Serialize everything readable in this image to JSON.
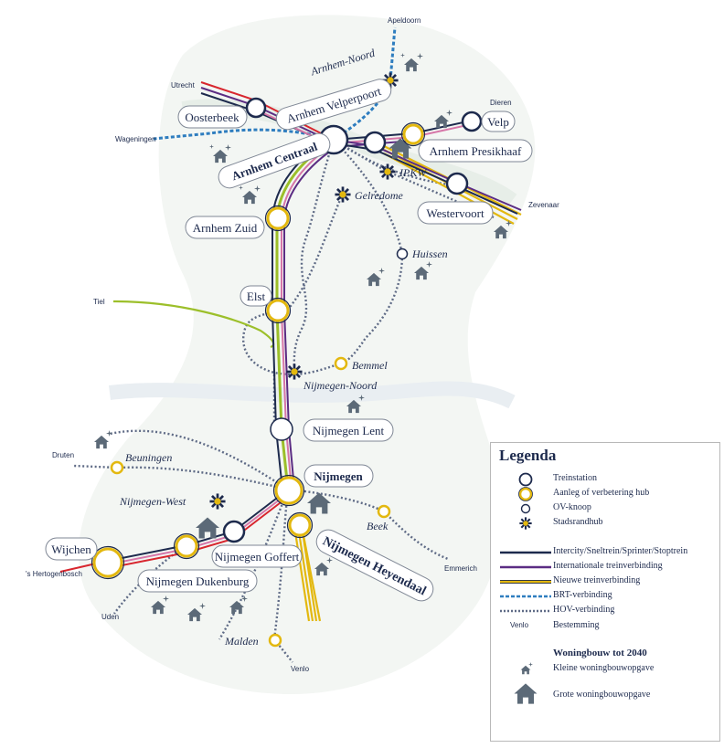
{
  "stations": {
    "oosterbeek": "Oosterbeek",
    "arnhem_velperpoort": "Arnhem Velperpoort",
    "arnhem_noord": "Arnhem-Noord",
    "arnhem_centraal": "Arnhem Centraal",
    "arnhem_presikhaaf": "Arnhem Presikhaaf",
    "velp": "Velp",
    "ipkw": "IPKW",
    "gelredome": "Gelredome",
    "westervoort": "Westervoort",
    "arnhem_zuid": "Arnhem Zuid",
    "huissen": "Huissen",
    "elst": "Elst",
    "bemmel": "Bemmel",
    "nijmegen_noord": "Nijmegen-Noord",
    "nijmegen_lent": "Nijmegen Lent",
    "beuningen": "Beuningen",
    "nijmegen": "Nijmegen",
    "nijmegen_west": "Nijmegen-West",
    "beek": "Beek",
    "nijmegen_heyendaal": "Nijmegen Heyendaal",
    "wijchen": "Wijchen",
    "nijmegen_goffert": "Nijmegen Goffert",
    "nijmegen_dukenburg": "Nijmegen Dukenburg",
    "malden": "Malden"
  },
  "destinations": {
    "apeldoorn": "Apeldoorn",
    "utrecht": "Utrecht",
    "wageningen": "Wageningen",
    "dieren": "Dieren",
    "zevenaar": "Zevenaar",
    "tiel": "Tiel",
    "druten": "Druten",
    "hertogenbosch": "'s Hertogenbosch",
    "uden": "Uden",
    "emmerich": "Emmerich",
    "venlo": "Venlo"
  },
  "legend": {
    "title": "Legenda",
    "treinstation": "Treinstation",
    "aanleg_hub": "Aanleg of verbetering hub",
    "ov_knoop": "OV-knoop",
    "stadsrandhub": "Stadsrandhub",
    "intercity": "Intercity/Sneltrein/Sprinter/Stoptrein",
    "internationaal": "Internationale treinverbinding",
    "nieuwe": "Nieuwe treinverbinding",
    "brt": "BRT-verbinding",
    "hov": "HOV-verbinding",
    "bestemming_example": "Venlo",
    "bestemming": "Bestemming",
    "woningbouw_title": "Woningbouw tot 2040",
    "kleine": "Kleine woningbouwopgave",
    "grote": "Grote woningbouwopgave"
  },
  "colors": {
    "navy": "#1d2a4d",
    "red": "#d8262e",
    "pink": "#d676a8",
    "purple": "#5b2c83",
    "yellow": "#e3b80f",
    "green": "#9cbf2a",
    "brt_blue": "#2e7dbf",
    "hov": "#5f6b86",
    "house": "#5c6a78"
  }
}
